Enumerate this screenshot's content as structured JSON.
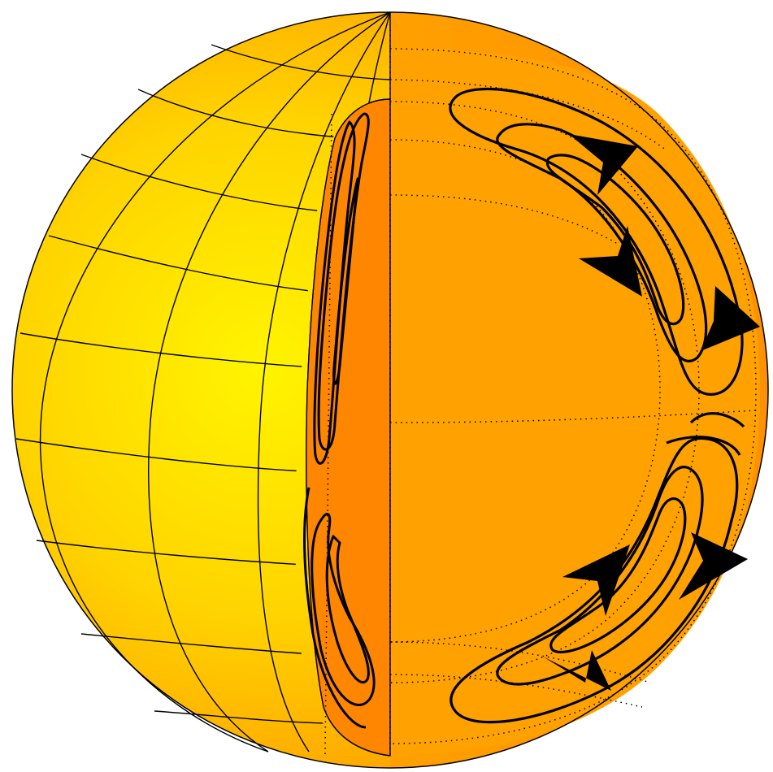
{
  "figure": {
    "description_free": true,
    "colors": {
      "surface_light": "#fff200",
      "surface_mid": "#ffb400",
      "surface_dark": "#ff8a00",
      "cut_face": "#ff9f00",
      "cut_face_shadow": "#ff8600",
      "line": "#000000"
    },
    "parts": {
      "sphere": "sphere-surface",
      "grid": "latitude-longitude-grid",
      "cutaway": "meridional-cut",
      "streamlines": "circulation-cells",
      "arrows": "flow-direction-arrows"
    }
  }
}
